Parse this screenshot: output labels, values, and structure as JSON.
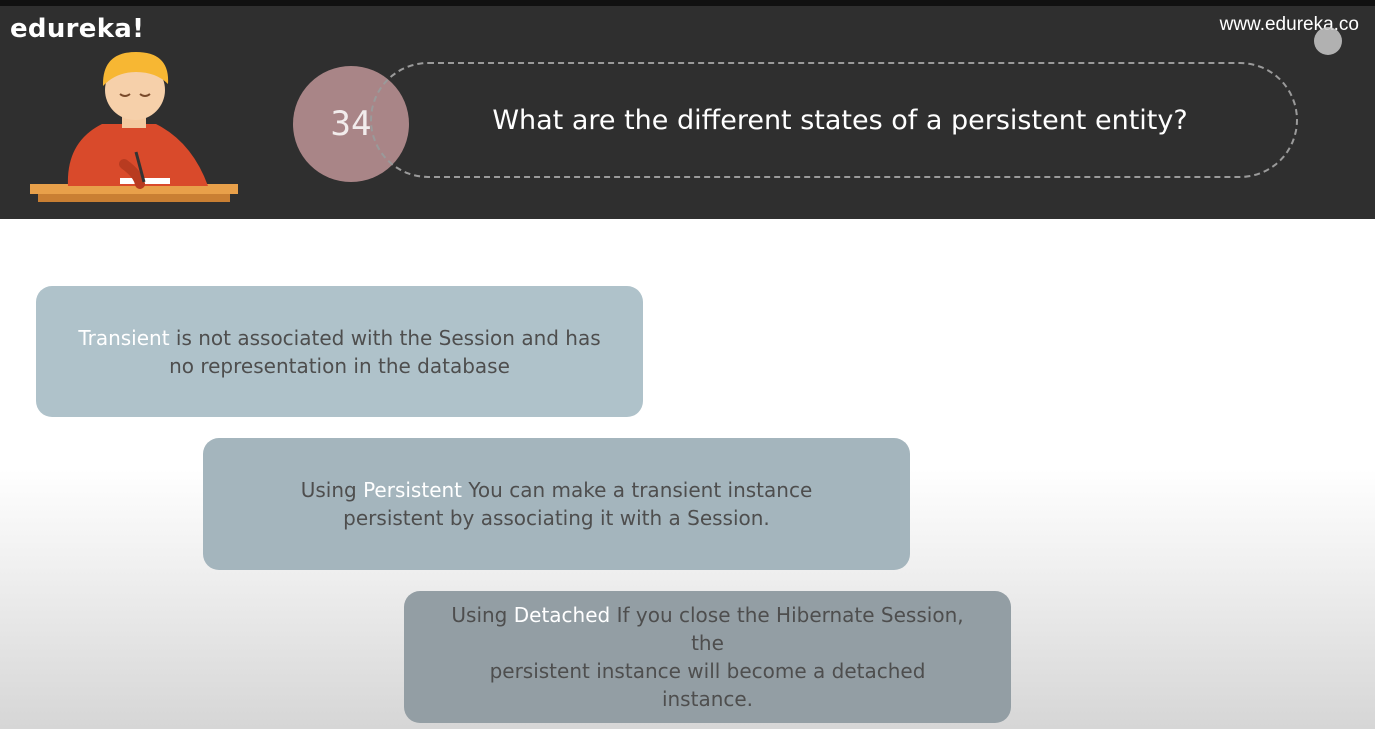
{
  "header": {
    "brand": "edureka!",
    "url": "www.edureka.co",
    "question_number": "34",
    "question": "What are the different states of a persistent entity?"
  },
  "cards": [
    {
      "highlight": "Transient",
      "line1_rest": " is not associated with the Session and has",
      "line2": "no representation in the database"
    },
    {
      "prefix": "Using ",
      "highlight": "Persistent",
      "line1_rest": " You can make a transient instance",
      "line2": "persistent by associating it with a Session."
    },
    {
      "prefix": "Using ",
      "highlight": "Detached",
      "line1_rest": " If you close the Hibernate Session, the",
      "line2": "persistent instance will become a detached instance."
    }
  ],
  "colors": {
    "header_bg": "#2f2f2f",
    "circle": "#a98587",
    "card1": "#afc2ca",
    "card2": "#a4b5bd",
    "card3": "#939ea4"
  },
  "icons": {
    "student": "student-writing-illustration",
    "watermark": "channel-watermark-icon"
  }
}
